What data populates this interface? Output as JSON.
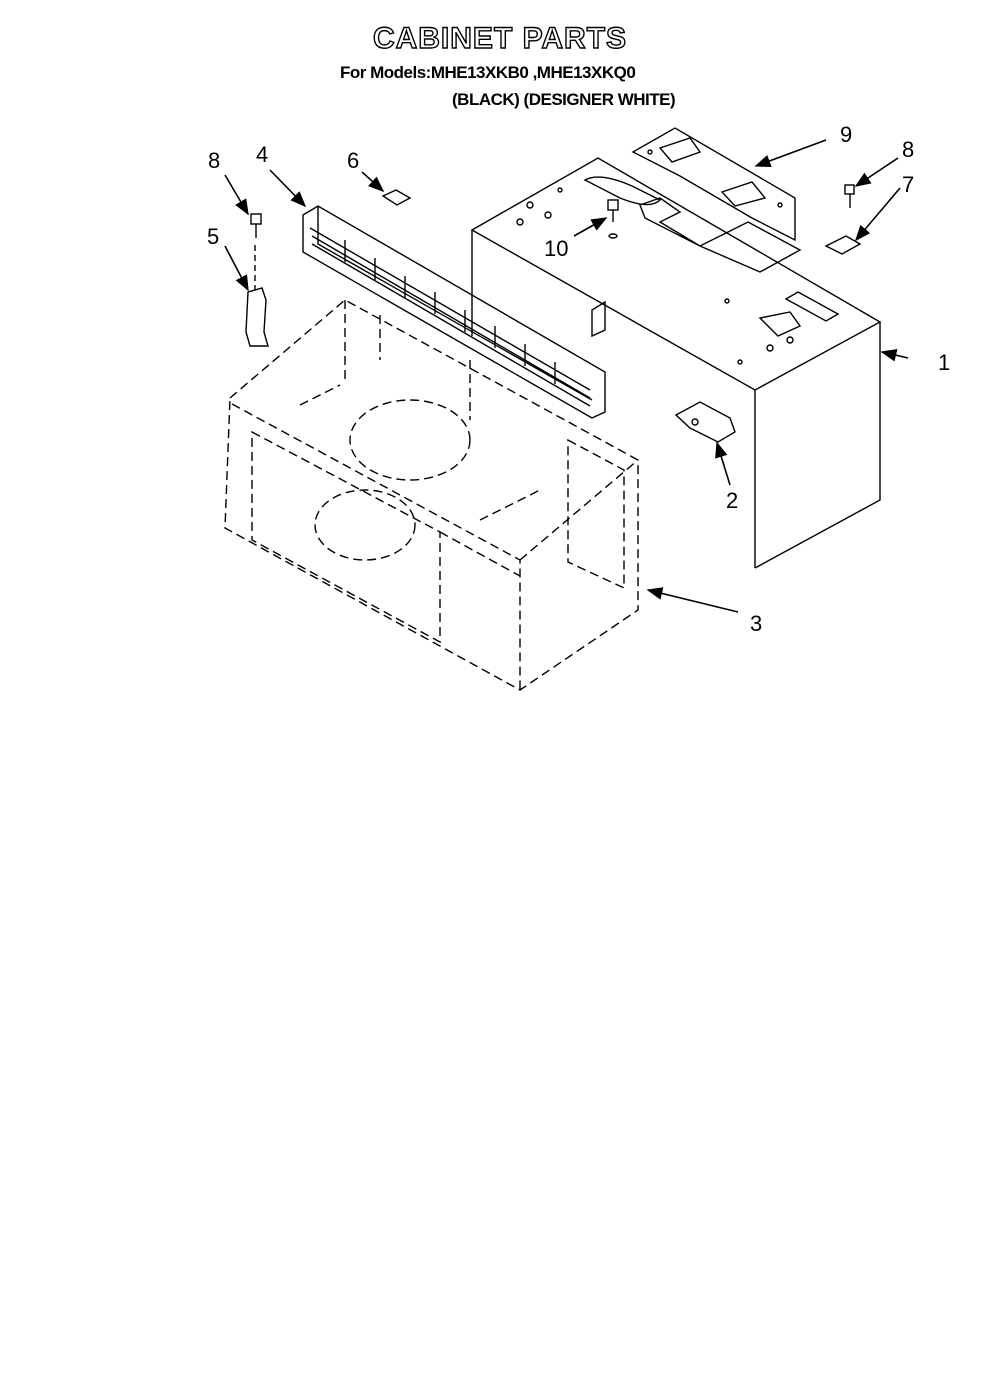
{
  "header": {
    "title": "CABINET PARTS",
    "models": "For Models:MHE13XKB0 ,MHE13XKQ0",
    "colors": "(BLACK) (DESIGNER WHITE)"
  },
  "callouts": {
    "c1": "1",
    "c2": "2",
    "c3": "3",
    "c4": "4",
    "c5": "5",
    "c6": "6",
    "c7": "7",
    "c8a": "8",
    "c8b": "8",
    "c9": "9",
    "c10": "10"
  }
}
